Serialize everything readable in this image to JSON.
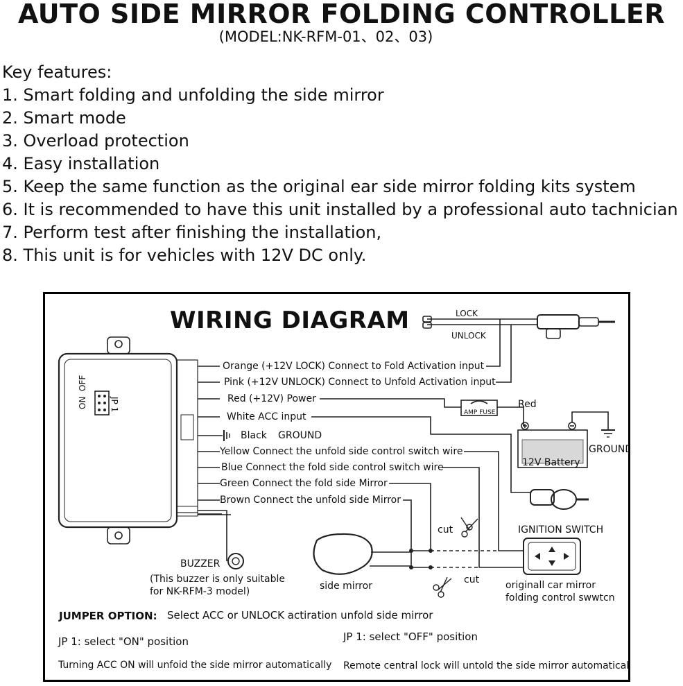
{
  "header": {
    "title": "AUTO SIDE MIRROR FOLDING CONTROLLER",
    "model": "(MODEL:NK-RFM-01、02、03)"
  },
  "features": {
    "heading": "Key features:",
    "items": [
      "1. Smart folding and unfolding the side mirror",
      "2. Smart mode",
      "3. Overload protection",
      "4. Easy installation",
      "5. Keep the same function as the original ear side mirror folding kits system",
      "6. It is recommended to have this unit installed by a professional auto tachnician",
      "7. Perform test after finishing the installation,",
      "8. This unit is for vehicles with 12V DC only."
    ]
  },
  "diagram": {
    "title": "WIRING DIAGRAM",
    "lock": "LOCK",
    "unlock": "UNLOCK",
    "wires": [
      "Orange (+12V LOCK) Connect to Fold Activation input",
      "Pink (+12V UNLOCK) Connect to Unfold Activation input",
      "Red (+12V) Power",
      "White ACC input",
      "Black",
      "GROUND",
      "Yellow Connect the unfold side control switch wire",
      "Blue Connect the fold side control switch wire",
      "Green Connect the fold side Mirror",
      "Brown Connect the unfold side Mirror"
    ],
    "jumper_on": "ON",
    "jumper_off": "OFF",
    "jumper_jp": "JP 1",
    "fuse": "AMP FUSE",
    "red": "Red",
    "battery": "12V Battery",
    "battery_ground": "GROUND",
    "ignition": "IGNITION SWITCH",
    "cut_top": "cut",
    "cut_bottom": "cut",
    "buzzer": "BUZZER",
    "buzzer_note_1": "(This buzzer is only suitable",
    "buzzer_note_2": "for NK-RFM-3 model)",
    "side_mirror": "side mirror",
    "switch_1": "originall car mirror",
    "switch_2": "folding control swwtcn",
    "jumper_option": "JUMPER OPTION:",
    "jumper_option_text": "Select ACC or UNLOCK actiration unfold side mirror",
    "jp_on": "JP 1: select \"ON\" position",
    "jp_off": "JP 1: select \"OFF\" position",
    "jp_on_desc": "Turning ACC ON will unfoid the side mirror automatically",
    "jp_off_desc": "Remote central lock will untold the side mirror automatically"
  }
}
